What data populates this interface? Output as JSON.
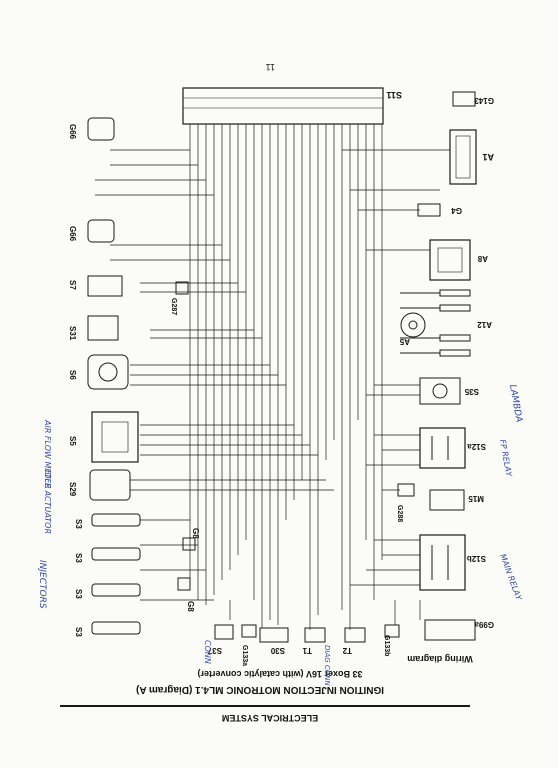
{
  "document": {
    "section_header": "ELECTRICAL SYSTEM",
    "title": "IGNITION INJECTION MOTRONIC ML4.1 (Diagram A)",
    "subtitle": "33 Boxer 16V (with catalytic converter)",
    "caption": "Wiring diagram",
    "page_number": "11"
  },
  "components": [
    {
      "id": "S11",
      "label": "S11"
    },
    {
      "id": "G143",
      "label": "G143"
    },
    {
      "id": "A1",
      "label": "A1"
    },
    {
      "id": "G4",
      "label": "G4"
    },
    {
      "id": "A8",
      "label": "A8"
    },
    {
      "id": "A12",
      "label": "A12"
    },
    {
      "id": "A5",
      "label": "A5"
    },
    {
      "id": "S35",
      "label": "S35"
    },
    {
      "id": "S12a",
      "label": "S12a"
    },
    {
      "id": "M15",
      "label": "M15"
    },
    {
      "id": "G288",
      "label": "G288"
    },
    {
      "id": "S12b",
      "label": "S12b"
    },
    {
      "id": "G99a",
      "label": "G99a"
    },
    {
      "id": "G133b",
      "label": "G133b"
    },
    {
      "id": "T2",
      "label": "T2"
    },
    {
      "id": "T1",
      "label": "T1"
    },
    {
      "id": "S30",
      "label": "S30"
    },
    {
      "id": "G133a",
      "label": "G133a"
    },
    {
      "id": "S37",
      "label": "S37"
    },
    {
      "id": "G8a",
      "label": "G8"
    },
    {
      "id": "G8b",
      "label": "G8"
    },
    {
      "id": "G66a",
      "label": "G66"
    },
    {
      "id": "G66b",
      "label": "G66"
    },
    {
      "id": "S7",
      "label": "S7"
    },
    {
      "id": "G287",
      "label": "G287"
    },
    {
      "id": "S31",
      "label": "S31"
    },
    {
      "id": "S6",
      "label": "S6"
    },
    {
      "id": "S5",
      "label": "S5"
    },
    {
      "id": "S29",
      "label": "S29"
    },
    {
      "id": "S3a",
      "label": "S3"
    },
    {
      "id": "S3b",
      "label": "S3"
    },
    {
      "id": "S3c",
      "label": "S3"
    },
    {
      "id": "S3d",
      "label": "S3"
    }
  ],
  "annotations": [
    {
      "id": "ann-injectors",
      "text": "INJECTORS"
    },
    {
      "id": "ann-main-relay",
      "text": "MAIN RELAY"
    },
    {
      "id": "ann-lambda",
      "text": "LAMBDA"
    },
    {
      "id": "ann-fp-relay",
      "text": "FP RELAY"
    },
    {
      "id": "ann-air-flow",
      "text": "AIR FLOW METER"
    },
    {
      "id": "ann-idle",
      "text": "IDLE ACTUATOR"
    },
    {
      "id": "ann-conn",
      "text": "CONN"
    },
    {
      "id": "ann-diag",
      "text": "DIAG CONN"
    }
  ],
  "colors": {
    "ink": "#1a1a1a",
    "handwriting": "#3348a8",
    "paper": "#fbfbf8"
  }
}
